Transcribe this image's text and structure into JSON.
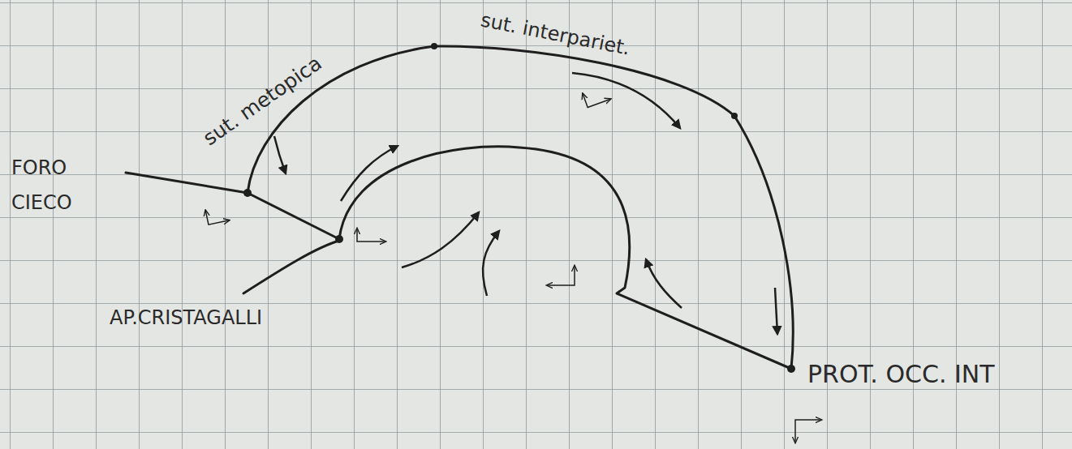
{
  "diagram": {
    "labels": [
      "FORO CIECO",
      "sut. metopica",
      "sut. interpariet.",
      "AP.CRISTAGALLI",
      "PROT. OCC. INT"
    ]
  }
}
